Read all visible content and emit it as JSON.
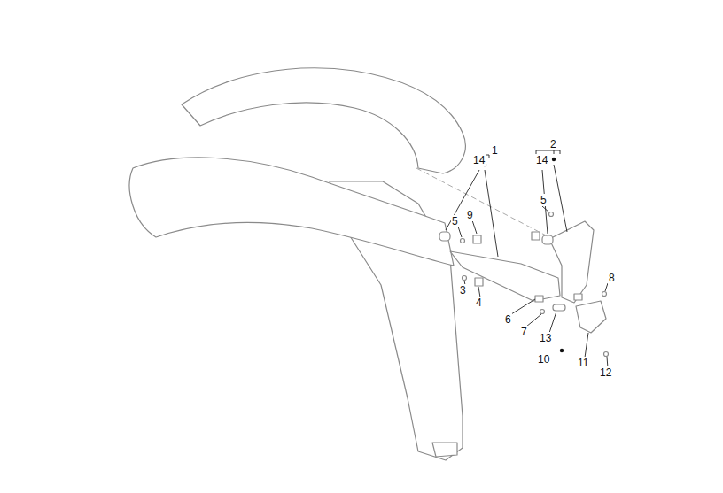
{
  "diagram": {
    "labels": [
      "1",
      "2",
      "14",
      "14",
      "5",
      "9",
      "5",
      "8",
      "3",
      "4",
      "6",
      "7",
      "13",
      "10",
      "11",
      "12"
    ]
  }
}
